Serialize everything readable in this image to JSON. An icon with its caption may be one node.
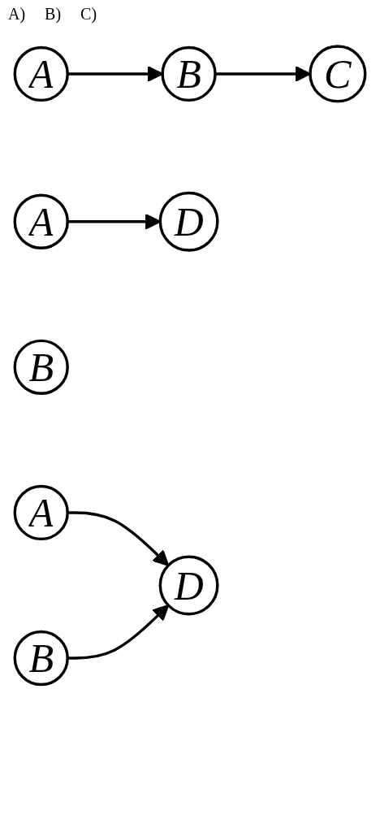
{
  "diagram": {
    "nodes": [
      {
        "text": [
          "A"
        ]
      },
      {
        "text": [
          "B"
        ]
      },
      {
        "text": [
          "C"
        ]
      },
      {
        "text": [
          "A"
        ]
      },
      {
        "text": [
          "B"
        ]
      },
      {
        "text": [
          "D"
        ]
      },
      {
        "text": [
          "A"
        ]
      },
      {
        "text": [
          "B"
        ]
      },
      {
        "text": [
          "D"
        ]
      }
    ],
    "edges": [
      {
        "from": 0,
        "to": 1,
        "arrow": "to"
      },
      {
        "from": 1,
        "to": 2,
        "arrow": "to"
      },
      {
        "from": 3,
        "to": 5,
        "arrow": "to"
      },
      {
        "from": 6,
        "to": 8,
        "arrow": "to"
      },
      {
        "from": 7,
        "to": 8,
        "arrow": "to"
      }
    ],
    "labels": [
      "A)",
      "B)",
      "C)"
    ]
  }
}
